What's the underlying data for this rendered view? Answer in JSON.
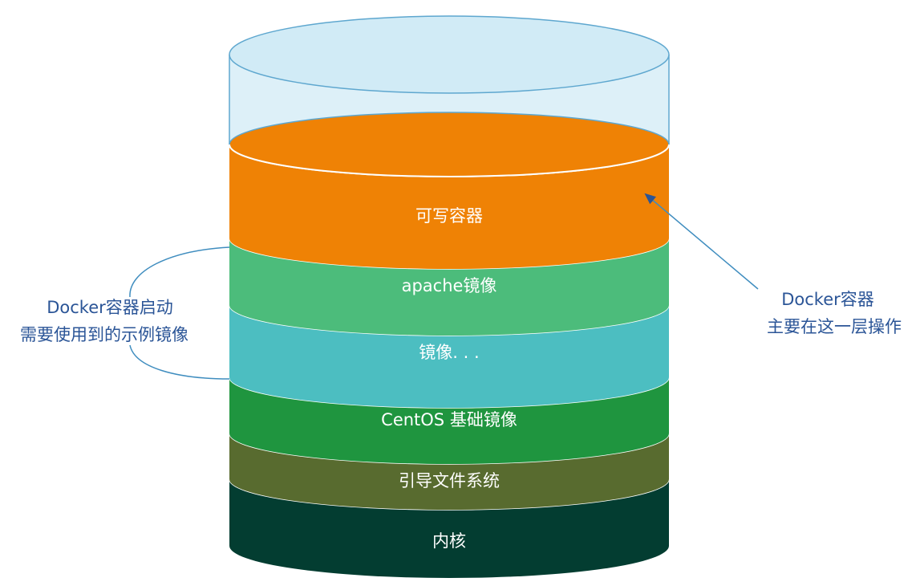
{
  "diagram": {
    "colors": {
      "container_fill": "#d1ebf6",
      "container_stroke": "#5ea7cf",
      "annotation": "#2b5597",
      "connector": "#3f8dbf"
    },
    "layers": [
      {
        "id": "writable",
        "label": "可写容器",
        "fill": "#ef8205",
        "top_fill": "#ef8205"
      },
      {
        "id": "apache",
        "label": "apache镜像",
        "fill": "#4cbc7b"
      },
      {
        "id": "images",
        "label": "镜像. . .",
        "fill": "#4cbec1"
      },
      {
        "id": "centos",
        "label": "CentOS 基础镜像",
        "fill": "#1f953f"
      },
      {
        "id": "bootfs",
        "label": "引导文件系统",
        "fill": "#586b2f"
      },
      {
        "id": "kernel",
        "label": "内核",
        "fill": "#033d31"
      }
    ],
    "left_annotation": {
      "line1": "Docker容器启动",
      "line2": "需要使用到的示例镜像"
    },
    "right_annotation": {
      "line1": "Docker容器",
      "line2": "主要在这一层操作"
    }
  }
}
